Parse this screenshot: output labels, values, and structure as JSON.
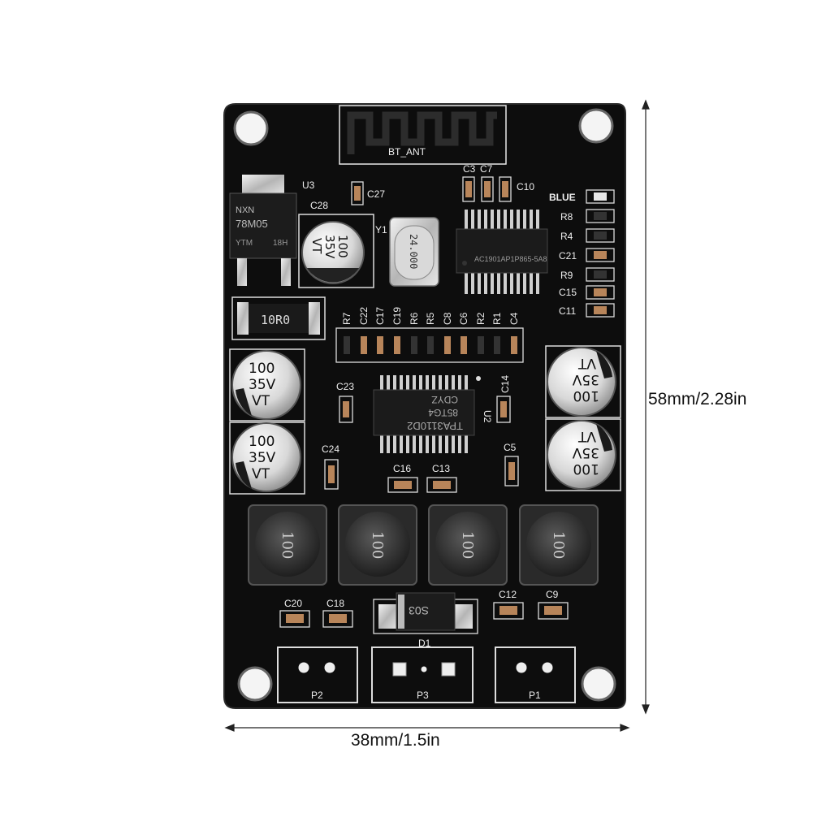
{
  "dimensions": {
    "width_label": "38mm/1.5in",
    "height_label": "58mm/2.28in"
  },
  "board": {
    "antenna_label": "BT_ANT",
    "regulator": {
      "ref": "U3",
      "marking_1": "NXN",
      "marking_2": "78M05",
      "marking_3": "YTM",
      "marking_4": "18H"
    },
    "resistor_10r": {
      "marking": "10R0"
    },
    "crystal": {
      "ref": "Y1",
      "value": "24.000"
    },
    "bt_chip": {
      "marking": "AC1901AP1P865-5A8"
    },
    "amp_chip": {
      "ref": "U2",
      "marking_1": "TPA3110D2",
      "marking_2": "85TG4",
      "marking_3": "CDYZ"
    },
    "diode": {
      "ref": "D1",
      "marking": "S03"
    },
    "capacitor_text": {
      "value": "100",
      "voltage": "35V",
      "series": "VT"
    },
    "inductor_value": "100",
    "connectors": {
      "p1": "P1",
      "p2": "P2",
      "p3": "P3"
    },
    "labels": {
      "c28": "C28",
      "c27": "C27",
      "c3": "C3",
      "c7": "C7",
      "c10": "C10",
      "blue": "BLUE",
      "r8": "R8",
      "r4": "R4",
      "c21": "C21",
      "r9": "R9",
      "c15": "C15",
      "c11": "C11",
      "r7": "R7",
      "c22": "C22",
      "c17": "C17",
      "c19": "C19",
      "r6": "R6",
      "r5": "R5",
      "c8": "C8",
      "c6": "C6",
      "r2": "R2",
      "r1": "R1",
      "c4": "C4",
      "c23": "C23",
      "c14": "C14",
      "c24": "C24",
      "c5": "C5",
      "c16": "C16",
      "c13": "C13",
      "c20": "C20",
      "c18": "C18",
      "c12": "C12",
      "c9": "C9"
    }
  }
}
